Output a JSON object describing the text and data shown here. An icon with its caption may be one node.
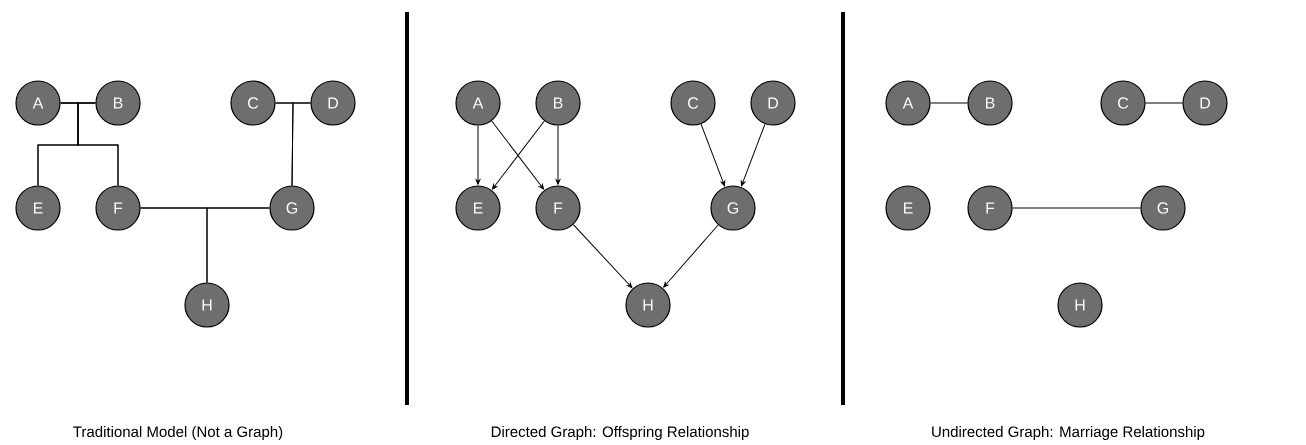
{
  "diagram": {
    "nodes": [
      {
        "text": [
          "A"
        ]
      },
      {
        "text": [
          "B"
        ]
      },
      {
        "text": [
          "C"
        ]
      },
      {
        "text": [
          "D"
        ]
      },
      {
        "text": [
          "E"
        ]
      },
      {
        "text": [
          "F"
        ]
      },
      {
        "text": [
          "G"
        ]
      },
      {
        "text": [
          "H"
        ]
      },
      {
        "text": [
          "A"
        ]
      },
      {
        "text": [
          "B"
        ]
      },
      {
        "text": [
          "C"
        ]
      },
      {
        "text": [
          "D"
        ]
      },
      {
        "text": [
          "E"
        ]
      },
      {
        "text": [
          "F"
        ]
      },
      {
        "text": [
          "G"
        ]
      },
      {
        "text": [
          "H"
        ]
      },
      {
        "text": [
          "A"
        ]
      },
      {
        "text": [
          "B"
        ]
      },
      {
        "text": [
          "C"
        ]
      },
      {
        "text": [
          "D"
        ]
      },
      {
        "text": [
          "E"
        ]
      },
      {
        "text": [
          "F"
        ]
      },
      {
        "text": [
          "G"
        ]
      },
      {
        "text": [
          "H"
        ]
      }
    ],
    "edges": [
      {
        "from": 0,
        "to": 1,
        "arrow": "none"
      },
      {
        "from": 0,
        "to": 4,
        "arrow": "none"
      },
      {
        "from": 0,
        "to": 5,
        "arrow": "none"
      },
      {
        "from": 1,
        "to": 4,
        "arrow": "none"
      },
      {
        "from": 1,
        "to": 5,
        "arrow": "none"
      },
      {
        "from": 2,
        "to": 3,
        "arrow": "none"
      },
      {
        "from": 2,
        "to": 6,
        "arrow": "none"
      },
      {
        "from": 3,
        "to": 6,
        "arrow": "none"
      },
      {
        "from": 5,
        "to": 6,
        "arrow": "none"
      },
      {
        "from": 5,
        "to": 7,
        "arrow": "none"
      },
      {
        "from": 6,
        "to": 7,
        "arrow": "none"
      },
      {
        "from": 8,
        "to": 12,
        "arrow": "to"
      },
      {
        "from": 8,
        "to": 13,
        "arrow": "to"
      },
      {
        "from": 9,
        "to": 12,
        "arrow": "to"
      },
      {
        "from": 9,
        "to": 13,
        "arrow": "to"
      },
      {
        "from": 10,
        "to": 14,
        "arrow": "to"
      },
      {
        "from": 11,
        "to": 14,
        "arrow": "to"
      },
      {
        "from": 13,
        "to": 15,
        "arrow": "to"
      },
      {
        "from": 14,
        "to": 15,
        "arrow": "to"
      },
      {
        "from": 16,
        "to": 17,
        "arrow": "none"
      },
      {
        "from": 18,
        "to": 19,
        "arrow": "none"
      },
      {
        "from": 21,
        "to": 22,
        "arrow": "none"
      }
    ],
    "labels": [
      "Traditional Model (Not a Graph)",
      "Directed Graph: Offspring Relationship",
      "Undirected Graph: Marriage Relationship"
    ]
  }
}
